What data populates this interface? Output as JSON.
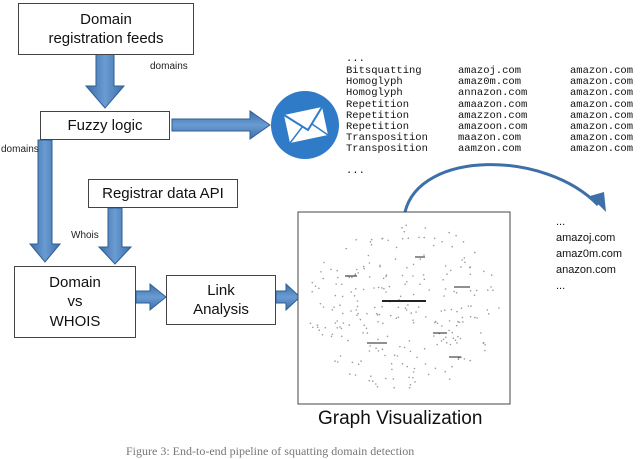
{
  "boxes": {
    "feeds": "Domain\nregistration feeds",
    "fuzzy": "Fuzzy logic",
    "registrar": "Registrar data API",
    "domain_whois": "Domain\nvs\nWHOIS",
    "link": "Link\nAnalysis"
  },
  "edge_labels": {
    "domains_top": "domains",
    "domains_left": "domains",
    "whois": "Whois"
  },
  "fuzzy_output": {
    "ellipsis_top": "...",
    "rows": [
      {
        "technique": "Bitsquatting",
        "variant": "amazoj.com",
        "original": "amazon.com"
      },
      {
        "technique": "Homoglyph",
        "variant": "amaz0m.com",
        "original": "amazon.com"
      },
      {
        "technique": "Homoglyph",
        "variant": "annazon.com",
        "original": "amazon.com"
      },
      {
        "technique": "Repetition",
        "variant": "amaazon.com",
        "original": "amazon.com"
      },
      {
        "technique": "Repetition",
        "variant": "amazzon.com",
        "original": "amazon.com"
      },
      {
        "technique": "Repetition",
        "variant": "amazoon.com",
        "original": "amazon.com"
      },
      {
        "technique": "Transposition",
        "variant": "maazon.com",
        "original": "amazon.com"
      },
      {
        "technique": "Transposition",
        "variant": "aamzon.com",
        "original": "amazon.com"
      }
    ],
    "ellipsis_bottom": "..."
  },
  "graph_domains": [
    "...",
    "amazoj.com",
    "amaz0m.com",
    "anazon.com",
    "..."
  ],
  "graph_title": "Graph Visualization",
  "caption": "Figure 3: End-to-end pipeline of squatting domain detection",
  "colors": {
    "arrow": "#4f81bd",
    "arrow_dark": "#2e5f93",
    "mail_icon_bg": "#2f7bc8",
    "box_border": "#444444",
    "graph_dots": "#8a8a8a"
  },
  "icons": [
    "envelope-icon"
  ]
}
